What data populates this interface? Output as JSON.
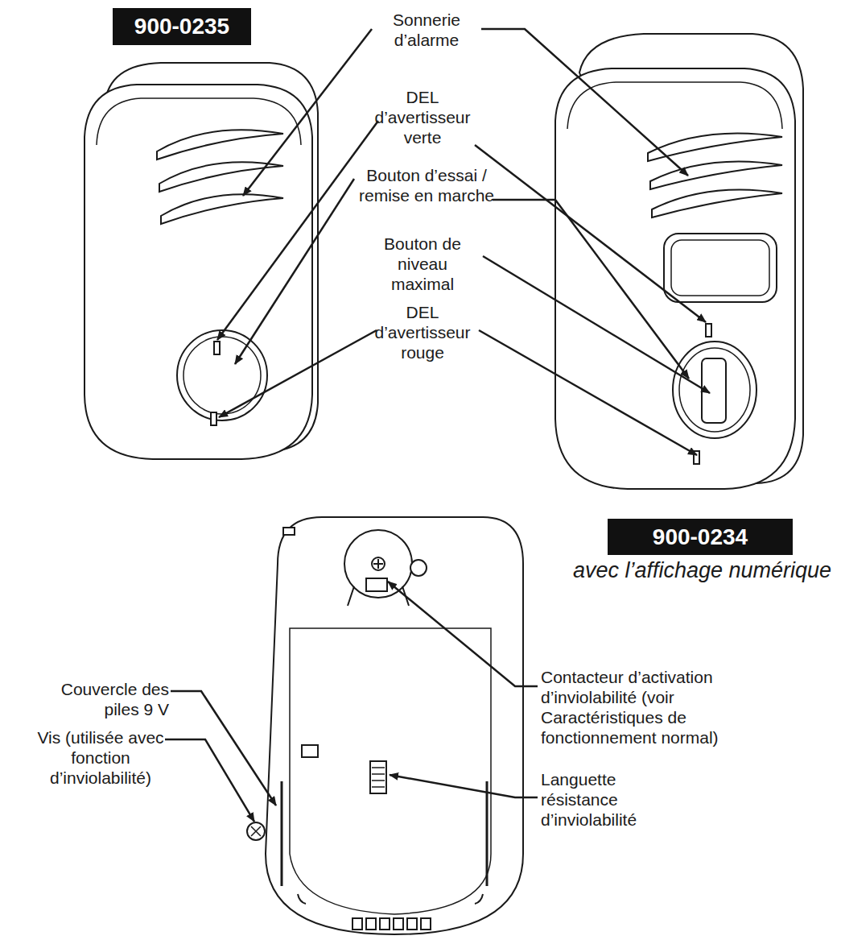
{
  "diagram": {
    "nodes": [
      {
        "text": [
          "900-0235"
        ]
      },
      {
        "text": [
          "900-0234"
        ]
      }
    ],
    "labels": [
      "Sonnerie d’alarme",
      "DEL d’avertisseur verte",
      "Bouton d’essai / remise en marche",
      "Bouton de niveau maximal",
      "DEL d’avertisseur rouge",
      "avec l’affichage numérique",
      "Couvercle des piles 9 V",
      "Vis (utilisée avec fonction d’inviolabilité)",
      "Contacteur d’activation d’inviolabilité (voir Caractéristiques de fonctionnement normal)",
      "Languette résistance d’inviolabilité"
    ]
  }
}
